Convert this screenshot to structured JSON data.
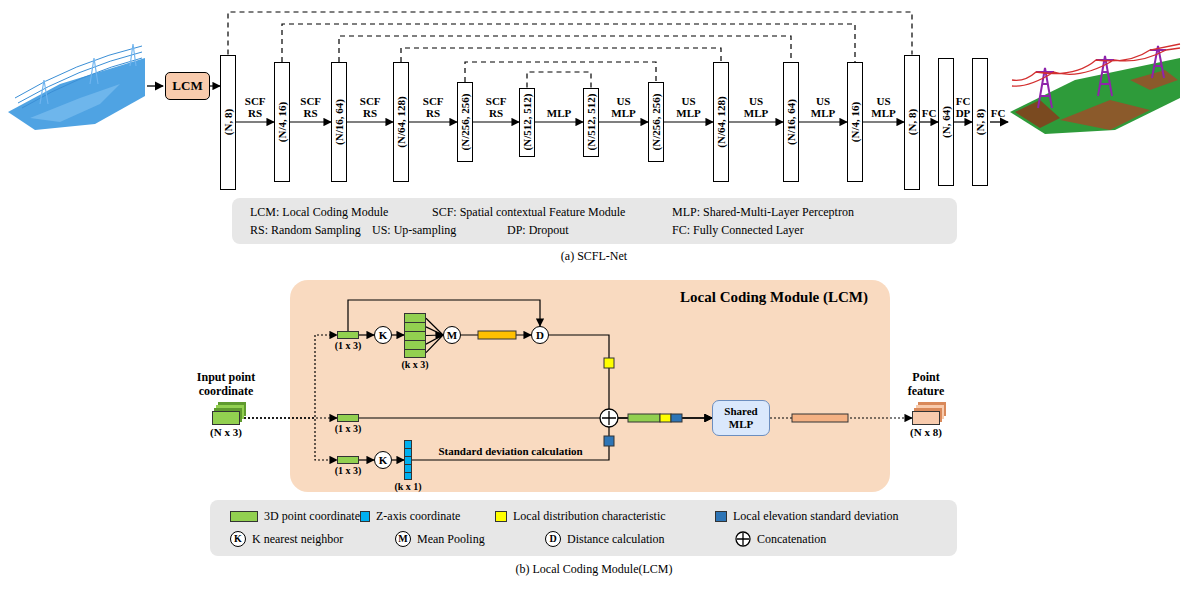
{
  "diagram": {
    "nodes": [
      {
        "text": [
          "LCM"
        ]
      },
      {
        "text": [
          "(N, 8)"
        ]
      },
      {
        "text": [
          "(N/4, 16)"
        ]
      },
      {
        "text": [
          "(N/16, 64)"
        ]
      },
      {
        "text": [
          "(N/64, 128)"
        ]
      },
      {
        "text": [
          "(N/256, 256)"
        ]
      },
      {
        "text": [
          "(N/512, 512)"
        ]
      },
      {
        "text": [
          "(N/512, 512)"
        ]
      },
      {
        "text": [
          "(N/256, 256)"
        ]
      },
      {
        "text": [
          "(N/64, 128)"
        ]
      },
      {
        "text": [
          "(N/16, 64)"
        ]
      },
      {
        "text": [
          "(N/4, 16)"
        ]
      },
      {
        "text": [
          "(N, 8)"
        ]
      },
      {
        "text": [
          "(N, 64)"
        ]
      },
      {
        "text": [
          "(N, 8)"
        ]
      },
      {
        "text": [
          "LCM: Local Coding Module",
          "SCF: Spatial contextual Feature Module",
          "MLP: Shared-Multi-Layer Perceptron",
          "RS: Random Sampling",
          "US: Up-sampling",
          "DP: Dropout",
          "FC: Fully Connected Layer"
        ]
      },
      {
        "text": [
          "Local Coding Module (LCM)"
        ]
      },
      {
        "text": [
          "(1 x 3)"
        ],
        "in": 16
      },
      {
        "text": [
          "K"
        ],
        "in": 16
      },
      {
        "text": [
          "(k x 3)"
        ],
        "in": 16
      },
      {
        "text": [
          "M"
        ],
        "in": 16
      },
      {
        "text": [
          "D"
        ],
        "in": 16
      },
      {
        "text": [
          "(1 x 3)"
        ],
        "in": 16
      },
      {
        "text": [
          "(1 x 3)"
        ],
        "in": 16
      },
      {
        "text": [
          "K"
        ],
        "in": 16
      },
      {
        "text": [
          "(k x 1)"
        ],
        "in": 16
      },
      {
        "text": [
          "Shared MLP"
        ],
        "in": 16
      },
      {
        "text": [
          "Input point coordinate",
          "(N x 3)"
        ]
      },
      {
        "text": [
          "Point feature",
          "(N x 8)"
        ]
      }
    ],
    "edges": [
      {
        "from": 0,
        "to": 1,
        "arrow": "to"
      },
      {
        "from": 1,
        "to": 2,
        "label": "SCF RS",
        "arrow": "to"
      },
      {
        "from": 2,
        "to": 3,
        "label": "SCF RS",
        "arrow": "to"
      },
      {
        "from": 3,
        "to": 4,
        "label": "SCF RS",
        "arrow": "to"
      },
      {
        "from": 4,
        "to": 5,
        "label": "SCF RS",
        "arrow": "to"
      },
      {
        "from": 5,
        "to": 6,
        "label": "SCF RS",
        "arrow": "to"
      },
      {
        "from": 6,
        "to": 7,
        "label": "MLP",
        "arrow": "to"
      },
      {
        "from": 7,
        "to": 8,
        "label": "US MLP",
        "arrow": "to"
      },
      {
        "from": 8,
        "to": 9,
        "label": "US MLP",
        "arrow": "to"
      },
      {
        "from": 9,
        "to": 10,
        "label": "US MLP",
        "arrow": "to"
      },
      {
        "from": 10,
        "to": 11,
        "label": "US MLP",
        "arrow": "to"
      },
      {
        "from": 11,
        "to": 12,
        "label": "US MLP",
        "arrow": "to"
      },
      {
        "from": 12,
        "to": 13,
        "label": "FC",
        "arrow": "to"
      },
      {
        "from": 13,
        "to": 14,
        "label": "FC DP",
        "arrow": "to"
      },
      {
        "from": 1,
        "to": 12,
        "arrow": "none"
      },
      {
        "from": 2,
        "to": 11,
        "arrow": "none"
      },
      {
        "from": 3,
        "to": 10,
        "arrow": "none"
      },
      {
        "from": 4,
        "to": 9,
        "arrow": "none"
      },
      {
        "from": 5,
        "to": 8,
        "arrow": "none"
      },
      {
        "from": 6,
        "to": 7,
        "arrow": "none"
      },
      {
        "from": 27,
        "to": 17,
        "arrow": "to"
      },
      {
        "from": 27,
        "to": 22,
        "arrow": "to"
      },
      {
        "from": 27,
        "to": 23,
        "arrow": "to"
      },
      {
        "from": 17,
        "to": 18,
        "arrow": "to"
      },
      {
        "from": 18,
        "to": 19,
        "arrow": "to"
      },
      {
        "from": 19,
        "to": 20,
        "arrow": "to"
      },
      {
        "from": 20,
        "to": 21,
        "arrow": "to"
      },
      {
        "from": 17,
        "to": 21,
        "arrow": "to"
      },
      {
        "from": 21,
        "to": 26,
        "arrow": "to"
      },
      {
        "from": 22,
        "to": 26,
        "arrow": "to"
      },
      {
        "from": 23,
        "to": 24,
        "arrow": "to"
      },
      {
        "from": 24,
        "to": 25,
        "arrow": "to"
      },
      {
        "from": 25,
        "to": 26,
        "label": "Standard deviation calculation",
        "arrow": "to"
      },
      {
        "from": 26,
        "to": 28,
        "arrow": "to"
      }
    ],
    "labels": [
      "FC",
      "(a) SCFL-Net",
      "(b) Local Coding Module(LCM)",
      "K",
      "M",
      "D"
    ],
    "legend": [
      {
        "text": "3D point coordinate",
        "color": "#92d050"
      },
      {
        "text": "Z-axis coordinate",
        "color": "#00b0f0"
      },
      {
        "text": "Local distribution characteristic",
        "color": "#ffff00"
      },
      {
        "text": "Local elevation standard deviation",
        "color": "#2e75b6"
      },
      {
        "text": "K nearest neighbor"
      },
      {
        "text": "Mean Pooling"
      },
      {
        "text": "Distance calculation"
      },
      {
        "text": "Concatenation"
      }
    ]
  }
}
